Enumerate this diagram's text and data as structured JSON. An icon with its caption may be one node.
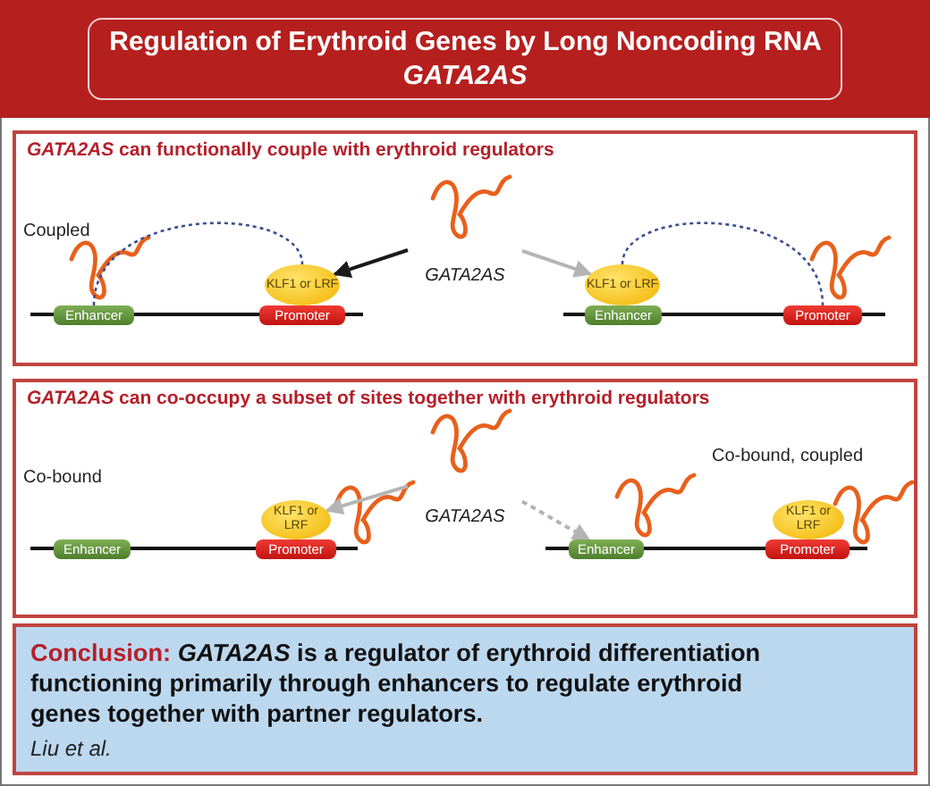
{
  "diagram": {
    "title": "Regulation of Erythroid Genes by Long Noncoding RNA *GATA2AS*",
    "nodes": [
      {
        "text": [
          "*GATA2AS* can functionally couple with erythroid regulators"
        ]
      },
      {
        "text": [
          "GATA2AS"
        ],
        "in": 0
      },
      {
        "text": [
          "Enhancer"
        ],
        "in": 0
      },
      {
        "text": [
          "KLF1 or LRF"
        ],
        "in": 0
      },
      {
        "text": [
          "Promoter"
        ],
        "in": 0
      },
      {
        "text": [
          "KLF1 or LRF"
        ],
        "in": 0
      },
      {
        "text": [
          "Enhancer"
        ],
        "in": 0
      },
      {
        "text": [
          "Promoter"
        ],
        "in": 0
      },
      {
        "text": [
          "*GATA2AS* can co-occupy a subset of sites together with erythroid regulators"
        ]
      },
      {
        "text": [
          "GATA2AS"
        ],
        "in": 8
      },
      {
        "text": [
          "Enhancer"
        ],
        "in": 8
      },
      {
        "text": [
          "KLF1 or LRF"
        ],
        "in": 8
      },
      {
        "text": [
          "Promoter"
        ],
        "in": 8
      },
      {
        "text": [
          "Enhancer"
        ],
        "in": 8
      },
      {
        "text": [
          "KLF1 or LRF"
        ],
        "in": 8
      },
      {
        "text": [
          "Promoter"
        ],
        "in": 8
      },
      {
        "text": [
          "Conclusion:",
          "*GATA2AS* is a regulator of erythroid differentiation functioning primarily through enhancers to regulate erythroid genes together with partner regulators.",
          "Liu et al."
        ]
      }
    ],
    "edges": [
      {
        "from": 1,
        "to": 3,
        "arrow": "to",
        "color": "#1a1a1a"
      },
      {
        "from": 1,
        "to": 5,
        "arrow": "to"
      },
      {
        "from": 2,
        "to": 3,
        "arrow": "none",
        "style": "dashed",
        "color": "#3d4f8f"
      },
      {
        "from": 5,
        "to": 7,
        "arrow": "none",
        "style": "dashed",
        "color": "#3d4f8f"
      },
      {
        "from": 9,
        "to": 11,
        "arrow": "to"
      },
      {
        "from": 9,
        "to": 13,
        "arrow": "to",
        "style": "dashed"
      }
    ],
    "labels": [
      "Coupled",
      "Co-bound",
      "Co-bound, coupled"
    ]
  }
}
